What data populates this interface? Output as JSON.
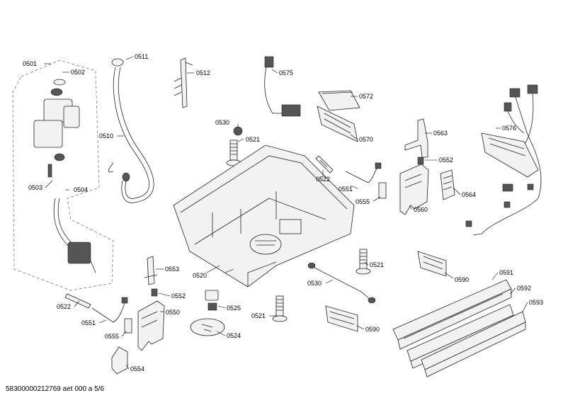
{
  "footer": "58300000212769 aet 000 a 5/6",
  "labels": {
    "l0501": "0501",
    "l0502": "0502",
    "l0503": "0503",
    "l0504": "0504",
    "l0510": "0510",
    "l0511": "0511",
    "l0512": "0512",
    "l0520": "0520",
    "l0521a": "0521",
    "l0521b": "0521",
    "l0521c": "0521",
    "l0522a": "0522",
    "l0522b": "0522",
    "l0524": "0524",
    "l0525": "0525",
    "l0530a": "0530",
    "l0530b": "0530",
    "l0550": "0550",
    "l0551a": "0551",
    "l0551b": "0551",
    "l0552a": "0552",
    "l0552b": "0552",
    "l0553": "0553",
    "l0554": "0554",
    "l0555a": "0555",
    "l0555b": "0555",
    "l0560": "0560",
    "l0563": "0563",
    "l0564": "0564",
    "l0570": "0570",
    "l0572": "0572",
    "l0575": "0575",
    "l0576": "0576",
    "l0590a": "0590",
    "l0590b": "0590",
    "l0591": "0591",
    "l0592": "0592",
    "l0593": "0593"
  }
}
